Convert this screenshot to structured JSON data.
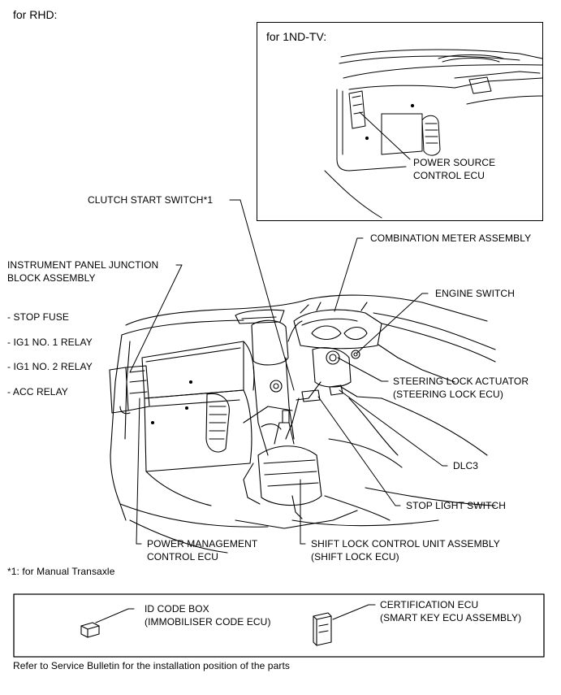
{
  "header": {
    "title": "for RHD:"
  },
  "inset": {
    "title": "for 1ND-TV:",
    "callout_line1": "POWER SOURCE",
    "callout_line2": "CONTROL ECU"
  },
  "labels": {
    "clutch_start_switch": "CLUTCH START SWITCH*1",
    "combination_meter": "COMBINATION METER ASSEMBLY",
    "ip_junction_block_line1": "INSTRUMENT PANEL JUNCTION",
    "ip_junction_block_line2": "BLOCK ASSEMBLY",
    "engine_switch": "ENGINE SWITCH",
    "steering_lock_line1": "STEERING LOCK ACTUATOR",
    "steering_lock_line2": "(STEERING LOCK ECU)",
    "dlc3": "DLC3",
    "stop_light_switch": "STOP LIGHT SWITCH",
    "shift_lock_line1": "SHIFT LOCK CONTROL UNIT ASSEMBLY",
    "shift_lock_line2": "(SHIFT LOCK ECU)",
    "power_mgmt_line1": "POWER MANAGEMENT",
    "power_mgmt_line2": "CONTROL ECU"
  },
  "junction_block_items": [
    "- STOP FUSE",
    "- IG1 NO. 1 RELAY",
    "- IG1 NO. 2 RELAY",
    "- ACC RELAY"
  ],
  "footnote": "*1: for Manual Transaxle",
  "legend": {
    "id_code_box_line1": "ID CODE BOX",
    "id_code_box_line2": "(IMMOBILISER CODE ECU)",
    "certification_line1": "CERTIFICATION ECU",
    "certification_line2": "(SMART KEY ECU ASSEMBLY)"
  },
  "bottom_note": "Refer to Service Bulletin for the installation position of the parts"
}
